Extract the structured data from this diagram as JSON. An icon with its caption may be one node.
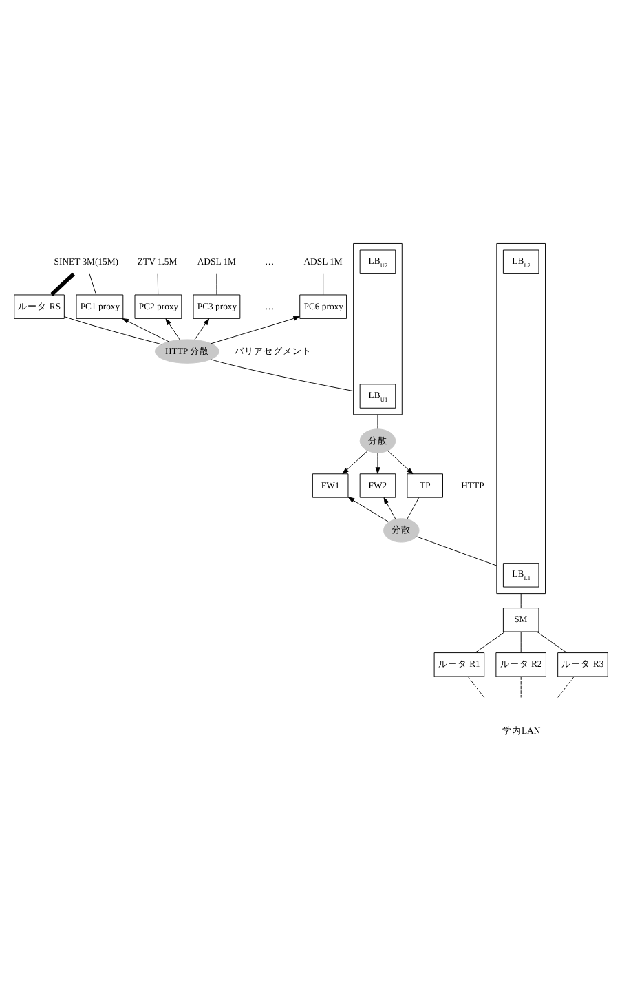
{
  "diagram": {
    "nodes": [
      {
        "text": [
          "SINET 3M(15M)"
        ]
      },
      {
        "text": [
          "ZTV 1.5M"
        ]
      },
      {
        "text": [
          "ADSL 1M"
        ]
      },
      {
        "text": [
          "ADSL 1M"
        ]
      },
      {
        "text": [
          "ルータ RS"
        ]
      },
      {
        "text": [
          "PC1 proxy"
        ]
      },
      {
        "text": [
          "PC2 proxy"
        ]
      },
      {
        "text": [
          "PC3 proxy"
        ]
      },
      {
        "text": [
          "PC6 proxy"
        ]
      },
      {
        "text": [
          "HTTP 分散"
        ]
      },
      {
        "text": [],
        "shape": "box"
      },
      {
        "text": [
          "LB$_{U1}$"
        ],
        "in": 10
      },
      {
        "text": [
          "LB$_{U2}$"
        ],
        "in": 10
      },
      {
        "text": [
          "分散"
        ]
      },
      {
        "text": [
          "FW1"
        ]
      },
      {
        "text": [
          "FW2"
        ]
      },
      {
        "text": [
          "TP"
        ]
      },
      {
        "text": [
          "分散"
        ]
      },
      {
        "text": [],
        "shape": "box"
      },
      {
        "text": [
          "LB$_{L1}$"
        ],
        "in": 18
      },
      {
        "text": [
          "LB$_{L2}$"
        ],
        "in": 18
      },
      {
        "text": [
          "SM"
        ]
      },
      {
        "text": [
          "ルータ R1"
        ]
      },
      {
        "text": [
          "ルータ R2"
        ]
      },
      {
        "text": [
          "ルータ R3"
        ]
      }
    ],
    "edges": [
      {
        "from": 0,
        "to": 4,
        "arrow": "none",
        "style": "thick"
      },
      {
        "from": 0,
        "to": 5,
        "arrow": "none"
      },
      {
        "from": 1,
        "to": 6,
        "arrow": "none"
      },
      {
        "from": 2,
        "to": 7,
        "arrow": "none"
      },
      {
        "from": 3,
        "to": 8,
        "arrow": "none"
      },
      {
        "from": 10,
        "to": 9,
        "arrow": "none"
      },
      {
        "from": 9,
        "to": 4,
        "arrow": "none"
      },
      {
        "from": 9,
        "to": 5,
        "arrow": "to"
      },
      {
        "from": 9,
        "to": 6,
        "arrow": "to"
      },
      {
        "from": 9,
        "to": 7,
        "arrow": "to"
      },
      {
        "from": 9,
        "to": 8,
        "arrow": "to"
      },
      {
        "from": 10,
        "to": 13,
        "arrow": "none"
      },
      {
        "from": 13,
        "to": 14,
        "arrow": "to"
      },
      {
        "from": 13,
        "to": 15,
        "arrow": "to"
      },
      {
        "from": 13,
        "to": 16,
        "arrow": "to"
      },
      {
        "from": 18,
        "to": 17,
        "arrow": "none"
      },
      {
        "from": 17,
        "to": 14,
        "arrow": "to"
      },
      {
        "from": 17,
        "to": 15,
        "arrow": "to"
      },
      {
        "from": 17,
        "to": 16,
        "arrow": "none"
      },
      {
        "from": 18,
        "to": 21,
        "arrow": "none"
      },
      {
        "from": 21,
        "to": 22,
        "arrow": "none"
      },
      {
        "from": 21,
        "to": 23,
        "arrow": "none"
      },
      {
        "from": 21,
        "to": 24,
        "arrow": "none"
      },
      {
        "from": 22,
        "to": null,
        "arrow": "none",
        "style": "dashed"
      },
      {
        "from": 23,
        "to": null,
        "arrow": "none",
        "style": "dashed"
      },
      {
        "from": 24,
        "to": null,
        "arrow": "none",
        "style": "dashed"
      }
    ],
    "labels": [
      "…",
      "…",
      "バリアセグメント",
      "HTTP",
      "学内LAN"
    ]
  }
}
